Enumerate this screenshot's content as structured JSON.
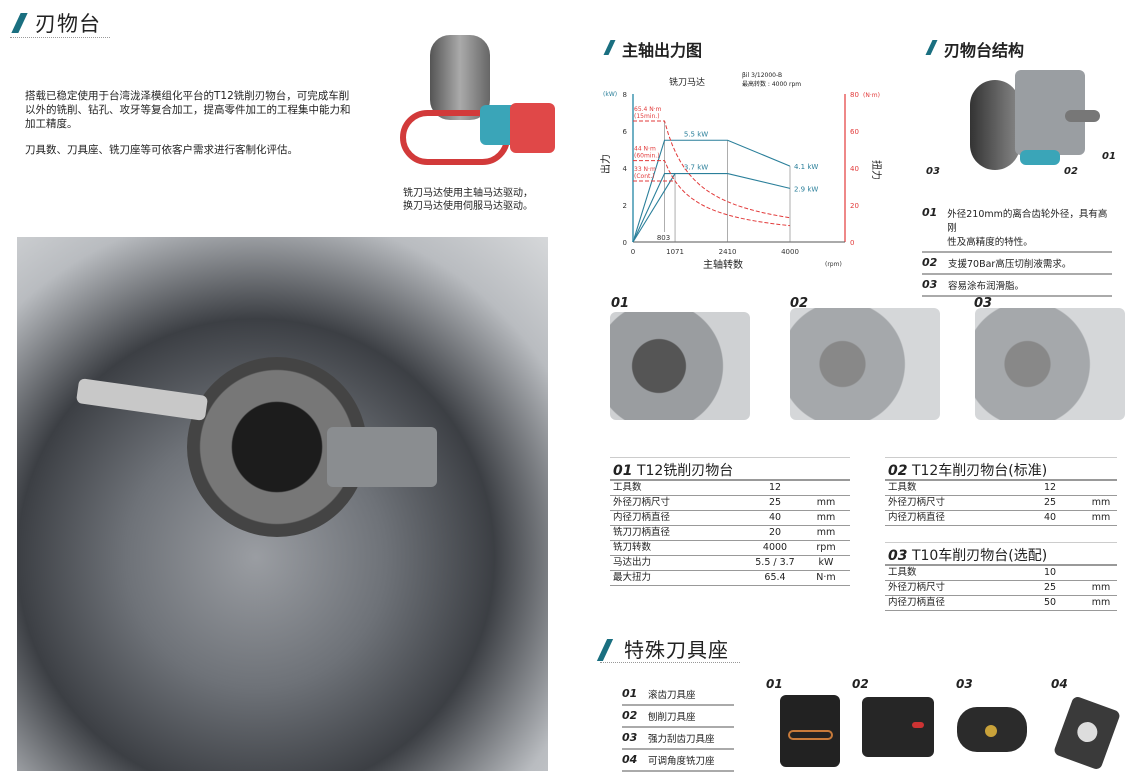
{
  "page_title": "刃物台",
  "intro": {
    "para1": [
      "搭载已稳定使用于台湾泷泽模组化平台的T12铣削刃物台，可完成车削",
      "以外的铣削、钻孔、攻牙等复合加工，提高零件加工的工程集中能力和",
      "加工精度。"
    ],
    "para2": "刀具数、刀具座、铣刀座等可依客户需求进行客制化评估。"
  },
  "motor_caption": [
    "铣刀马达使用主轴马达驱动，",
    "换刀马达使用伺服马达驱动。"
  ],
  "sections": {
    "spindle_chart": "主轴出力图",
    "turret_structure": "刃物台结构",
    "special_holders": "特殊刀具座"
  },
  "structure": {
    "labels": [
      "01",
      "02",
      "03"
    ],
    "items": [
      {
        "num": "01",
        "text": [
          "外径210mm的离合齿轮外径，具有高刚",
          "性及高精度的特性。"
        ]
      },
      {
        "num": "02",
        "text": [
          "支援70Bar高压切削液需求。"
        ]
      },
      {
        "num": "03",
        "text": [
          "容易涂布润滑脂。"
        ]
      }
    ]
  },
  "turret_images": [
    "01",
    "02",
    "03"
  ],
  "tables": [
    {
      "num": "01",
      "title": "T12铣削刃物台",
      "rows": [
        [
          "工具数",
          "12",
          ""
        ],
        [
          "外径刀柄尺寸",
          "25",
          "mm"
        ],
        [
          "内径刀柄直径",
          "40",
          "mm"
        ],
        [
          "铣刀刀柄直径",
          "20",
          "mm"
        ],
        [
          "铣刀转数",
          "4000",
          "rpm"
        ],
        [
          "马达出力",
          "5.5 / 3.7",
          "kW"
        ],
        [
          "最大扭力",
          "65.4",
          "N·m"
        ]
      ]
    },
    {
      "num": "02",
      "title": "T12车削刃物台(标准)",
      "rows": [
        [
          "工具数",
          "12",
          ""
        ],
        [
          "外径刀柄尺寸",
          "25",
          "mm"
        ],
        [
          "内径刀柄直径",
          "40",
          "mm"
        ]
      ]
    },
    {
      "num": "03",
      "title": "T10车削刃物台(选配)",
      "rows": [
        [
          "工具数",
          "10",
          ""
        ],
        [
          "外径刀柄尺寸",
          "25",
          "mm"
        ],
        [
          "内径刀柄直径",
          "50",
          "mm"
        ]
      ]
    }
  ],
  "special_holders": [
    {
      "num": "01",
      "label": "滚齿刀具座"
    },
    {
      "num": "02",
      "label": "刨削刀具座"
    },
    {
      "num": "03",
      "label": "强力刮齿刀具座"
    },
    {
      "num": "04",
      "label": "可调角度铣刀座"
    }
  ],
  "colors": {
    "accent": "#1a6f80",
    "power": "#2a7f9a",
    "torque": "#e23a3a"
  },
  "chart_data": {
    "type": "line",
    "title": "铣刀马达",
    "model": "βil 3/12000-B",
    "max_speed": "最高转数 : 4000 rpm",
    "xlabel": "主轴转数",
    "xunit": "(rpm)",
    "ylabel": "出力",
    "yunit": "(kW)",
    "y2label": "扭力",
    "y2unit": "(N·m)",
    "xlim": [
      0,
      4000
    ],
    "ylim": [
      0,
      8
    ],
    "y2lim": [
      0,
      80
    ],
    "xticks": [
      "0",
      "1071",
      "2410",
      "4000"
    ],
    "extra_xtick": "803",
    "yticks": [
      "0",
      "2",
      "4",
      "6",
      "8"
    ],
    "y2ticks": [
      "0",
      "20",
      "40",
      "60",
      "80"
    ],
    "power_series": [
      {
        "name": "5.5 kW",
        "end_label": "4.1 kW",
        "x": [
          0,
          803,
          2410,
          4000
        ],
        "y": [
          0,
          5.5,
          5.5,
          4.1
        ]
      },
      {
        "name": "3.7 kW",
        "end_label": "2.9 kW",
        "x": [
          0,
          803,
          2410,
          4000
        ],
        "y": [
          0,
          3.7,
          3.7,
          2.9
        ]
      },
      {
        "name": "ramp",
        "x": [
          0,
          1071
        ],
        "y": [
          0,
          3.7
        ]
      }
    ],
    "torque_series": [
      {
        "name": "65.4 N·m (15min.)",
        "label": [
          "65.4 N·m",
          "(15min.)"
        ],
        "flat": 65.4,
        "corner": 803,
        "power": 5.5
      },
      {
        "name": "44 N·m (60min.)",
        "label": [
          "44 N·m",
          "(60min.)"
        ],
        "flat": 44,
        "corner": 803,
        "power": 3.7
      },
      {
        "name": "33 N·m (Cont.)",
        "label": [
          "33 N·m",
          "(Cont.)"
        ],
        "flat": 33,
        "corner": 1071,
        "power": null
      }
    ]
  }
}
